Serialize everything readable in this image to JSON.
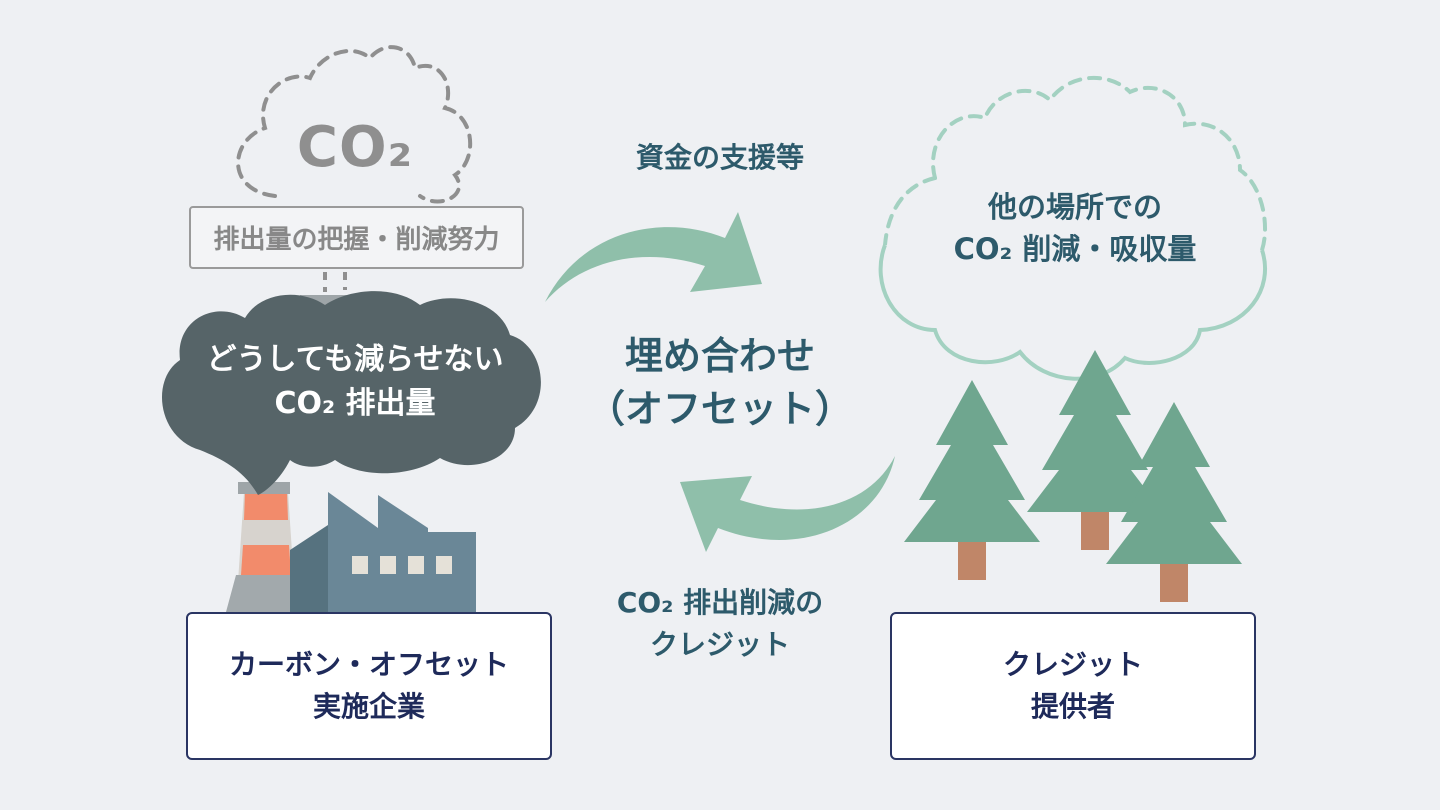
{
  "left": {
    "co2_cloud_text": "CO₂",
    "effort_label": "排出量の把握・削減努力",
    "smoke_line1": "どうしても減らせない",
    "smoke_line2": "CO₂ 排出量",
    "box_line1": "カーボン・オフセット",
    "box_line2": "実施企業"
  },
  "center": {
    "top_arrow_label": "資金の支援等",
    "title_line1": "埋め合わせ",
    "title_line2": "（オフセット）",
    "bottom_arrow_label_line1": "CO₂ 排出削減の",
    "bottom_arrow_label_line2": "クレジット"
  },
  "right": {
    "cloud_line1": "他の場所での",
    "cloud_line2": "CO₂ 削減・吸収量",
    "box_line1": "クレジット",
    "box_line2": "提供者"
  },
  "colors": {
    "background": "#eef0f3",
    "smoke": "#566468",
    "arrow": "#8fbfaa",
    "tree": "#6fa68f",
    "trunk": "#c08668",
    "factory": "#6a8797",
    "chimney_stripe": "#f28b6b",
    "box_border": "#2a3563",
    "teal_text": "#2d5a6b"
  }
}
